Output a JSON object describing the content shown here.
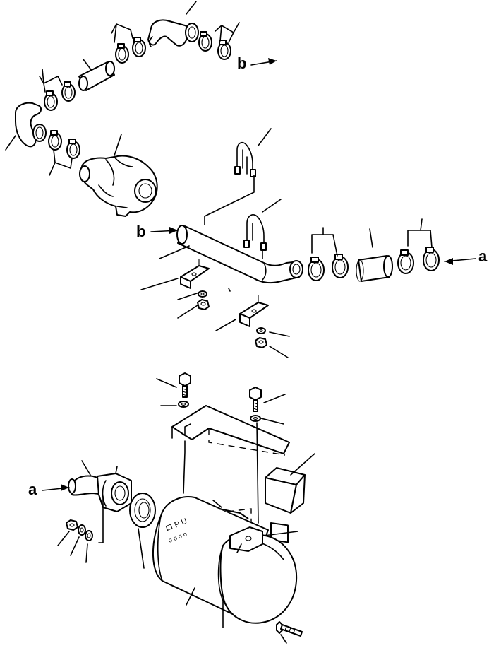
{
  "diagram": {
    "callouts": {
      "b_upper": "b",
      "b_pipe": "b",
      "a_right": "a",
      "a_left": "a"
    },
    "filter_markings": {
      "row1": "ロ P U",
      "row2": "ο ο ο ο"
    }
  }
}
